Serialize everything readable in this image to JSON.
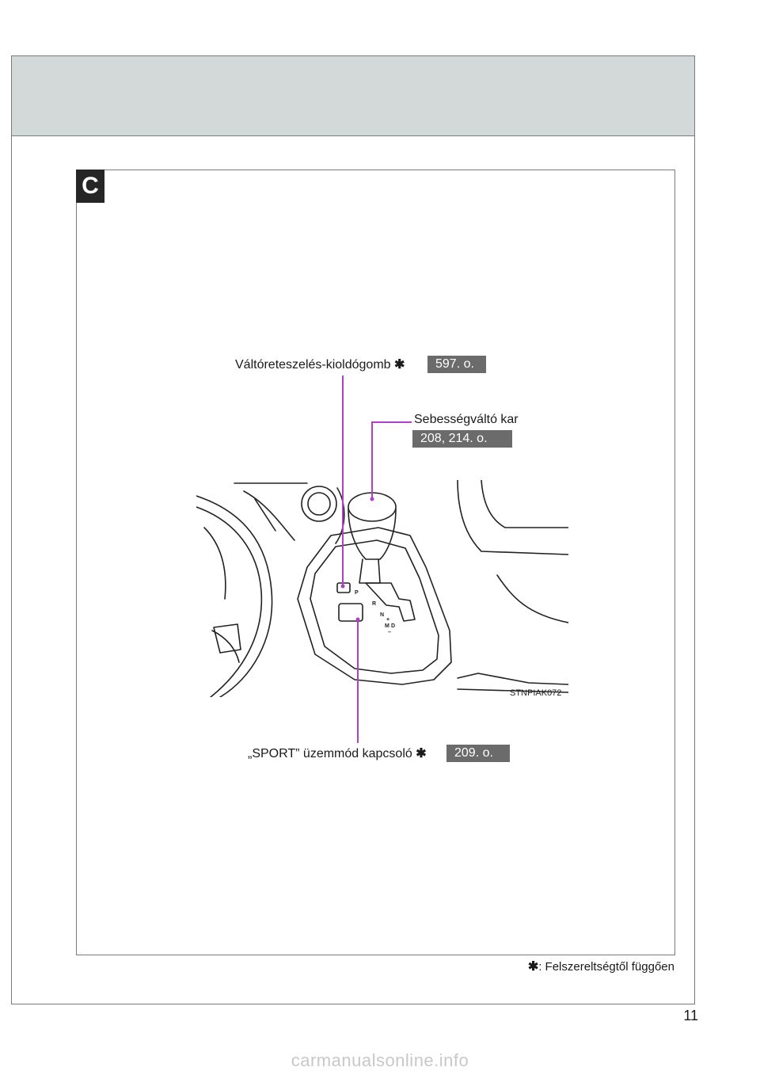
{
  "section": {
    "badge": "C"
  },
  "callouts": {
    "shift_lock": {
      "label": "Váltóreteszelés-kioldógomb",
      "marker": "✱",
      "ref": "597. o."
    },
    "shift_lever": {
      "label": "Sebességváltó kar",
      "ref": "208, 214. o."
    },
    "sport_switch": {
      "label": "„SPORT” üzemmód kapcsoló",
      "marker": "✱",
      "ref": "209. o."
    }
  },
  "illustration": {
    "code": "STNPIAK072",
    "gate_labels": [
      "P",
      "R",
      "N",
      "D",
      "M",
      "+",
      "–"
    ]
  },
  "footnote": {
    "marker": "✱",
    "text": ": Felszereltségtől függően"
  },
  "page_number": "11",
  "watermark": "carmanualsonline.info",
  "colors": {
    "header_band": "#d3d8d8",
    "leader_line": "#b040c8",
    "ref_badge": "#6b6b6b",
    "section_badge": "#262626"
  }
}
